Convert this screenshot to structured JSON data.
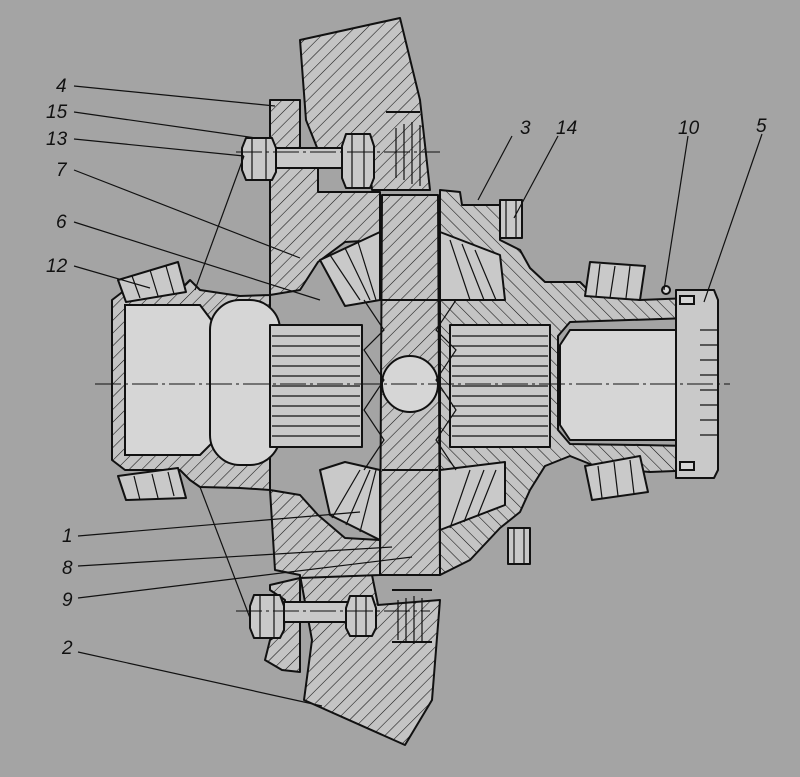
{
  "diagram": {
    "callouts": [
      "1",
      "2",
      "3",
      "4",
      "5",
      "6",
      "7",
      "8",
      "9",
      "10",
      "12",
      "13",
      "14",
      "15"
    ]
  },
  "colors": {
    "background": "#a4a4a4",
    "line": "#111111",
    "hatch": "#111111",
    "solid_part": "#c9c9c9",
    "light_part": "#d6d6d6"
  }
}
